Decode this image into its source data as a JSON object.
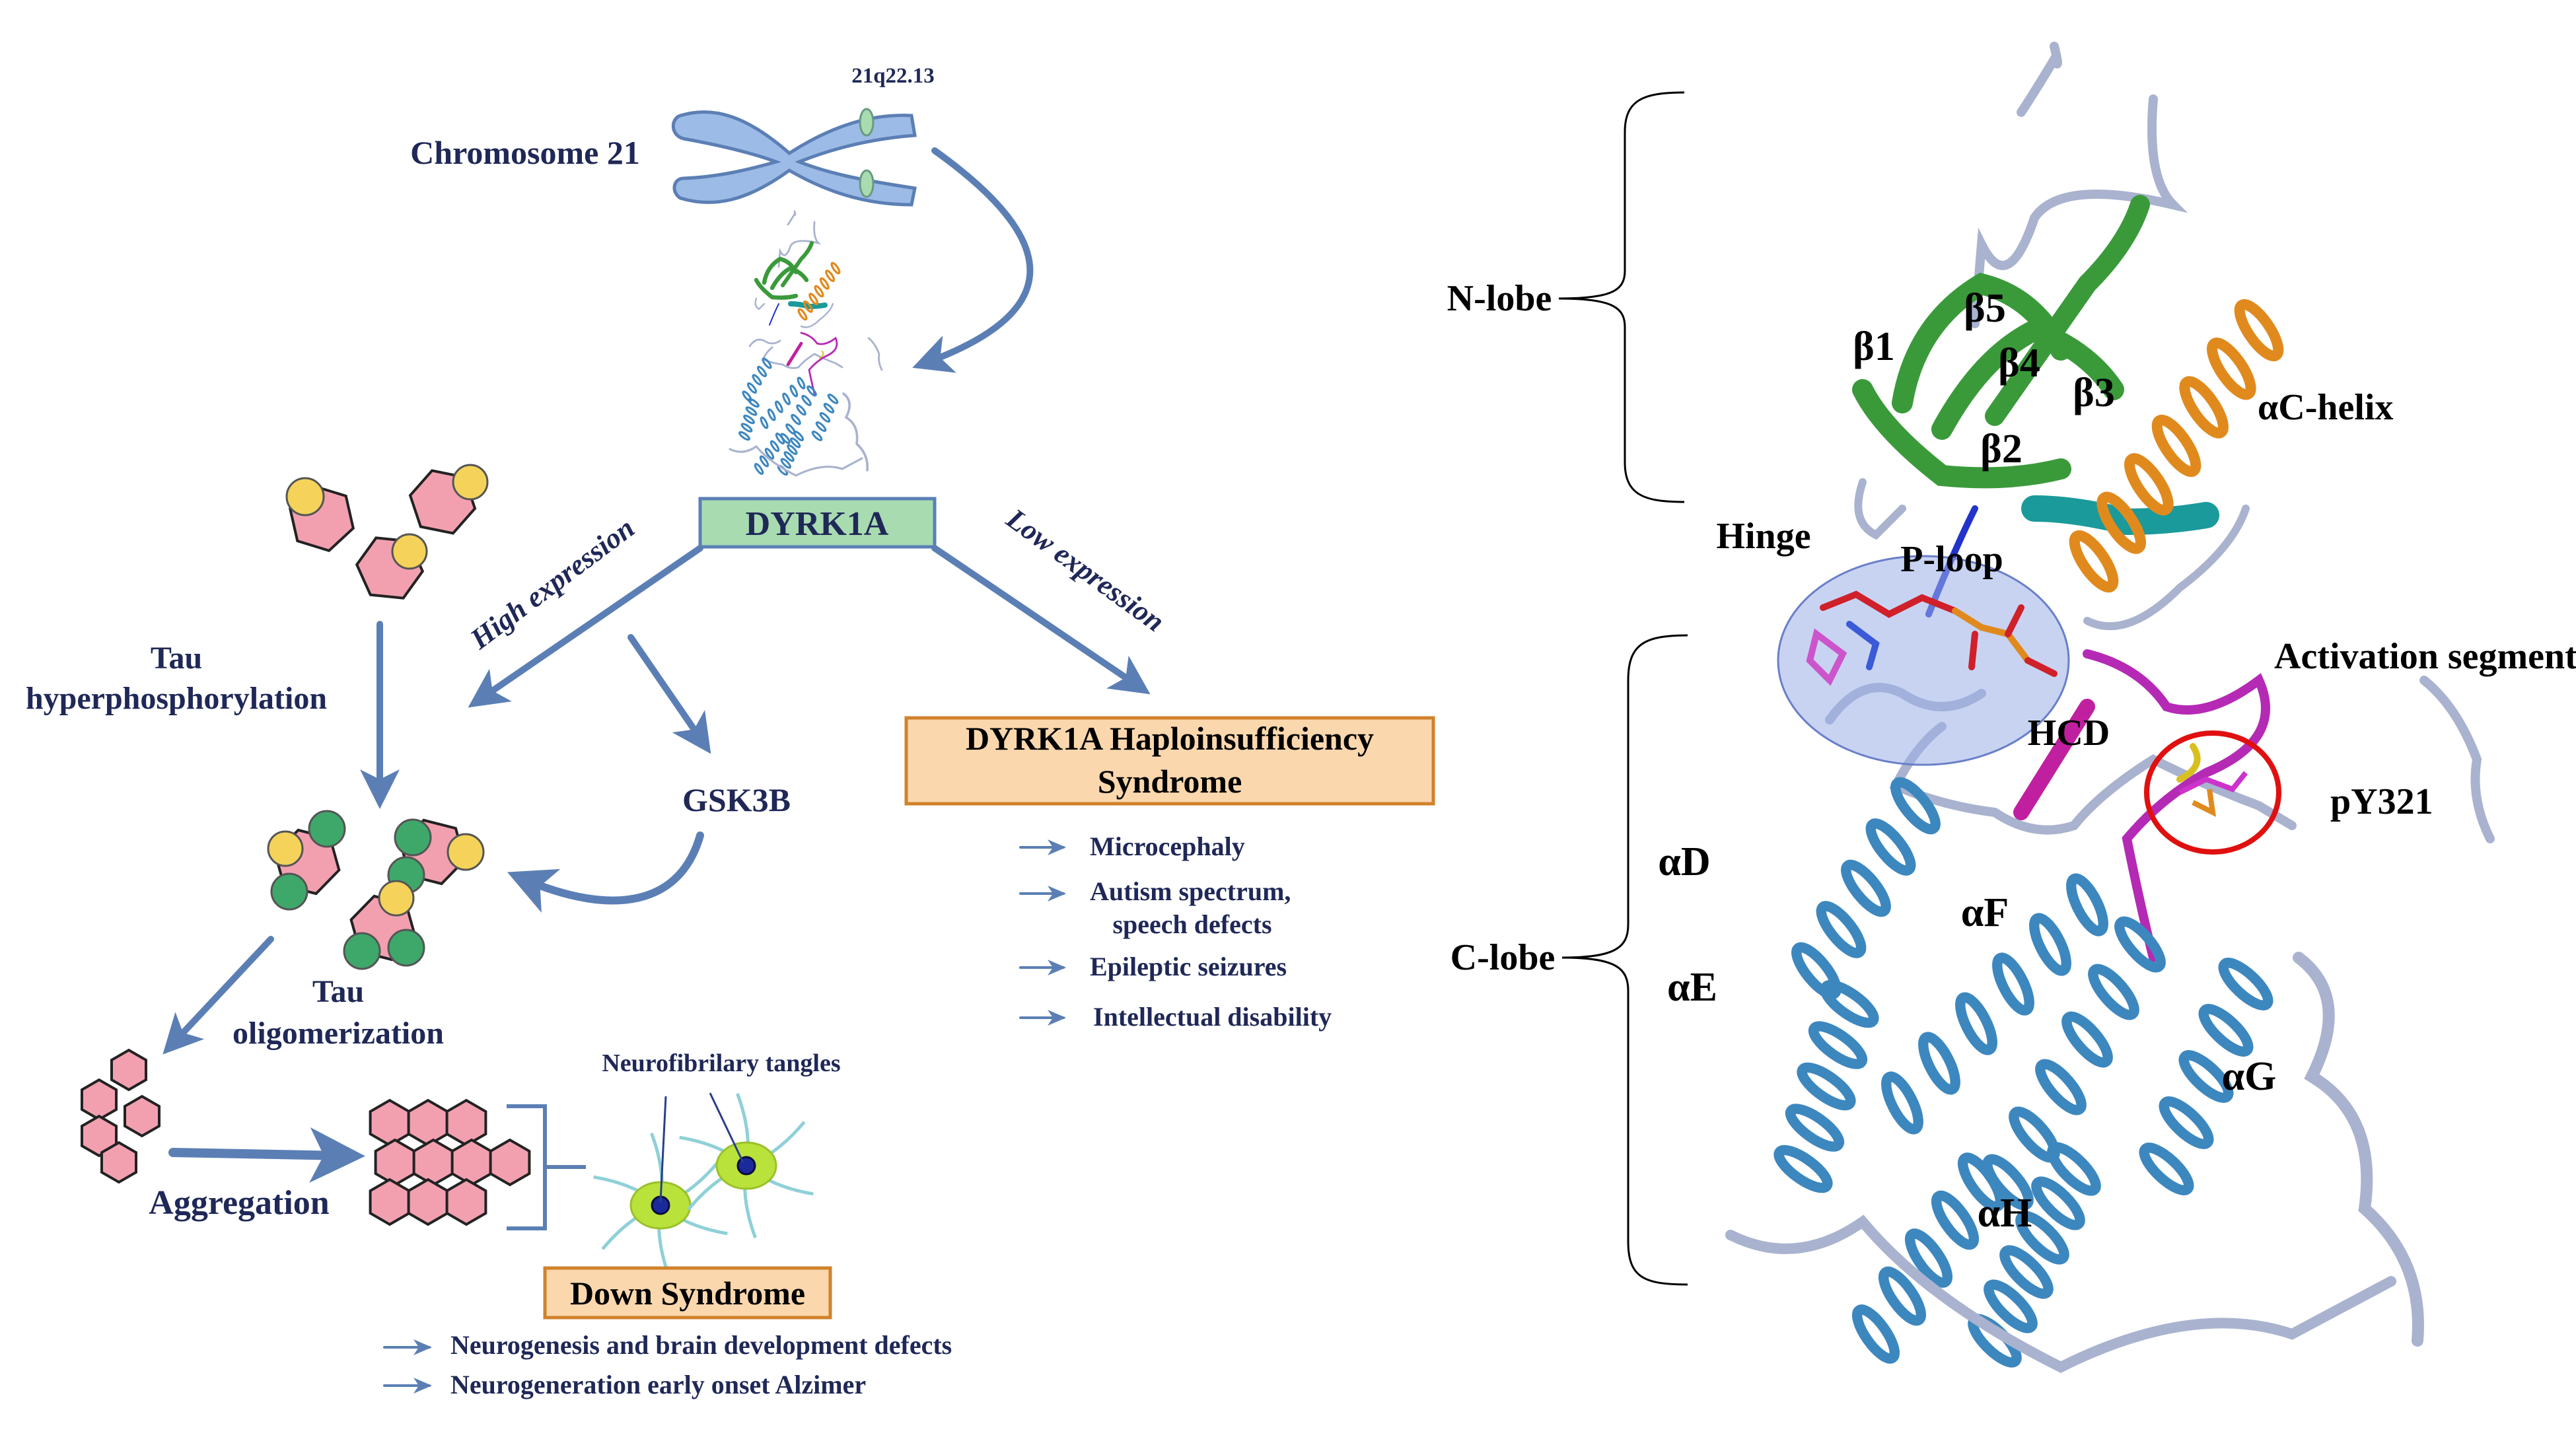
{
  "left_panel": {
    "locus": "21q22.13",
    "chromosome_label": "Chromosome 21",
    "kinase_label": "DYRK1A",
    "high_expression": "High expression",
    "low_expression": "Low expression",
    "gsk3b": "GSK3B",
    "tau_hyper": [
      "Tau",
      "hyperphosphorylation"
    ],
    "tau_oligo": [
      "Tau",
      "oligomerization"
    ],
    "aggregation": "Aggregation",
    "nft": "Neurofibrilary tangles",
    "haplo_title": [
      "DYRK1A Haploinsufficiency",
      "Syndrome"
    ],
    "haplo_items": [
      "Microcephaly",
      "Autism spectrum,",
      "speech defects",
      "Epileptic seizures",
      "Intellectual disability"
    ],
    "down_title": "Down Syndrome",
    "down_items": [
      "Neurogenesis and brain development defects",
      "Neurogeneration early onset Alzimer"
    ]
  },
  "right_panel": {
    "n_lobe": "N-lobe",
    "c_lobe": "C-lobe",
    "b1": "β1",
    "b2": "β2",
    "b3": "β3",
    "b4": "β4",
    "b5": "β5",
    "ac_helix": "αC-helix",
    "hinge": "Hinge",
    "p_loop": "P-loop",
    "activation_segment": "Activation segment",
    "hcd": "HCD",
    "py321": "pY321",
    "ad": "αD",
    "ae": "αE",
    "af": "αF",
    "ag": "αG",
    "ah": "αH"
  },
  "colors": {
    "text": "#1f2857",
    "arrow": "#5b7fb5",
    "dyrk1a_box": "#a8dbb0",
    "syndrome_box": "#fbd7ae",
    "tau": "#f2a0b0",
    "phospho_yellow": "#f5d35a",
    "phospho_green": "#3ea86a",
    "strand_green": "#3a9a3a",
    "helix_orange": "#e08a1e",
    "helix_blue": "#3d87bf",
    "loop_grey": "#a9b3cf",
    "activation_magenta": "#b52ab5",
    "highlight_red": "#e01010"
  }
}
